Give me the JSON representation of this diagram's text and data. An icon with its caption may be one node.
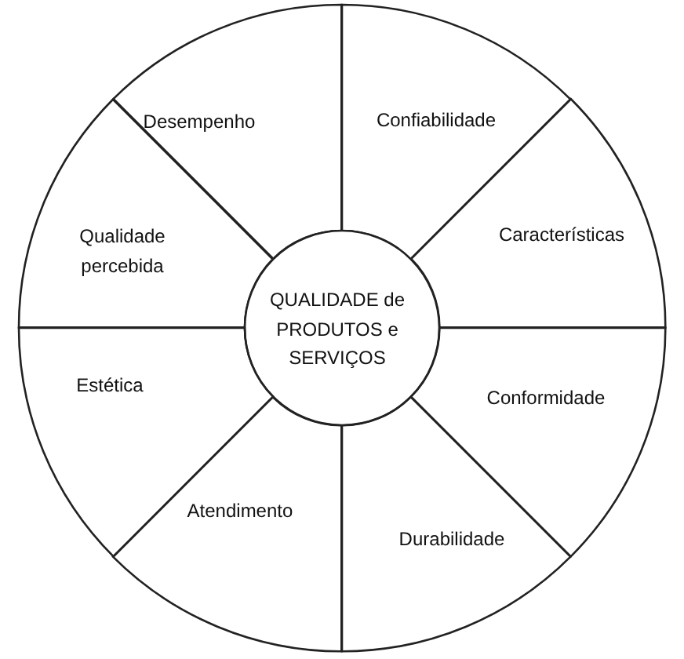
{
  "diagram": {
    "nodes": [
      {
        "text": [
          "Desempenho"
        ]
      },
      {
        "text": [
          "Confiabilidade"
        ]
      },
      {
        "text": [
          "Qualidade percebida"
        ]
      },
      {
        "text": [
          "Características"
        ]
      },
      {
        "text": [
          "QUALIDADE de PRODUTOS e SERVIÇOS"
        ]
      },
      {
        "text": [
          "Estética"
        ]
      },
      {
        "text": [
          "Conformidade"
        ]
      },
      {
        "text": [
          "Atendimento"
        ]
      },
      {
        "text": [
          "Durabilidade"
        ]
      }
    ]
  }
}
